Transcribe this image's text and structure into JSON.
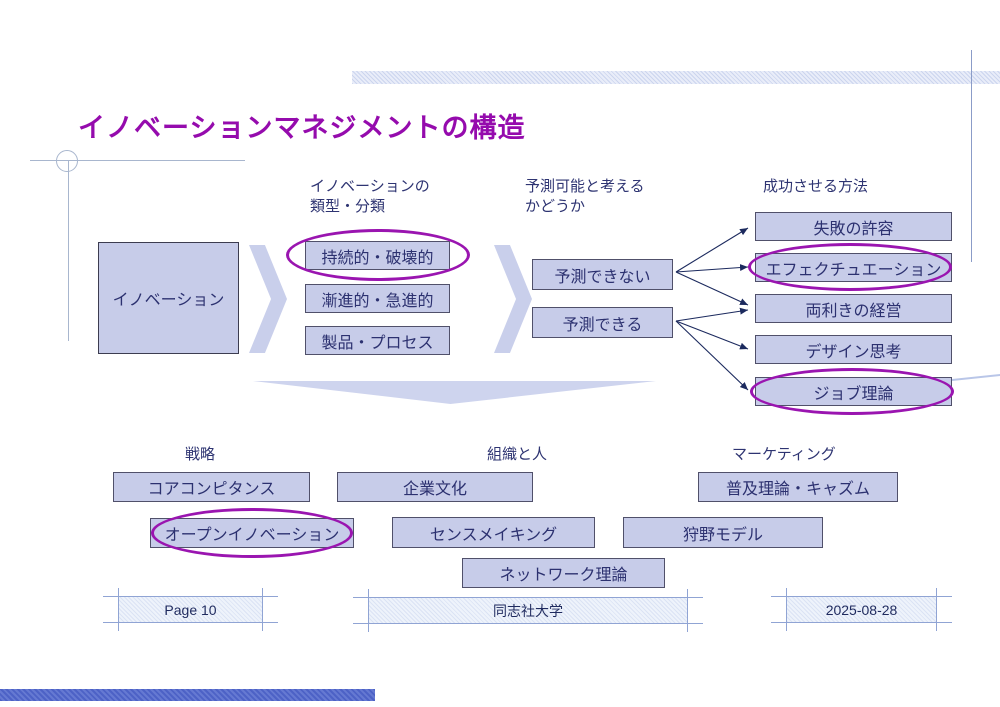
{
  "title": "イノベーションマネジメントの構造",
  "section_headers": {
    "types": "イノベーションの\n類型・分類",
    "predictability": "予測可能と考える\nかどうか",
    "methods": "成功させる方法",
    "strategy": "戦略",
    "organization": "組織と人",
    "marketing": "マーケティング"
  },
  "source_box": {
    "label": "イノベーション"
  },
  "type_boxes": [
    {
      "label": "持続的・破壊的",
      "circled": true
    },
    {
      "label": "漸進的・急進的",
      "circled": false
    },
    {
      "label": "製品・プロセス",
      "circled": false
    }
  ],
  "predictability_boxes": [
    {
      "label": "予測できない"
    },
    {
      "label": "予測できる"
    }
  ],
  "method_boxes": [
    {
      "label": "失敗の許容",
      "circled": false
    },
    {
      "label": "エフェクチュエーション",
      "circled": true
    },
    {
      "label": "両利きの経営",
      "circled": false
    },
    {
      "label": "デザイン思考",
      "circled": false
    },
    {
      "label": "ジョブ理論",
      "circled": true
    }
  ],
  "connections": [
    {
      "from": "予測できない",
      "to": [
        "失敗の許容",
        "エフェクチュエーション",
        "両利きの経営"
      ]
    },
    {
      "from": "予測できる",
      "to": [
        "両利きの経営",
        "デザイン思考",
        "ジョブ理論"
      ]
    }
  ],
  "strategy_boxes": [
    {
      "label": "コアコンピタンス",
      "circled": false
    },
    {
      "label": "オープンイノベーション",
      "circled": true
    }
  ],
  "organization_boxes": [
    {
      "label": "企業文化"
    },
    {
      "label": "センスメイキング"
    },
    {
      "label": "ネットワーク理論"
    }
  ],
  "marketing_boxes": [
    {
      "label": "普及理論・キャズム"
    },
    {
      "label": "狩野モデル"
    }
  ],
  "footer": {
    "page": "Page 10",
    "organization": "同志社大学",
    "date": "2025-08-28"
  },
  "colors": {
    "title_text": "#950bad",
    "box_fill": "#c7cce9",
    "box_text": "#2c3170",
    "highlight_ellipse": "#9a15b0",
    "arrow": "#1c2a5e",
    "accent_bar": "#4d62c6"
  }
}
